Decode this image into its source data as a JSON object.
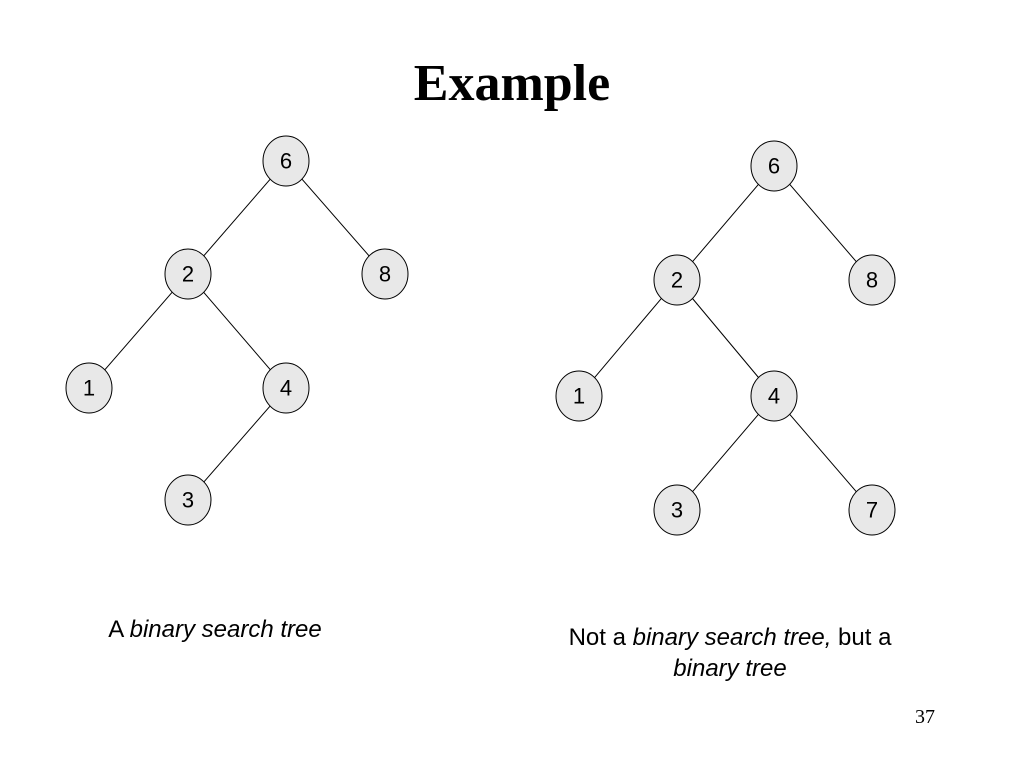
{
  "slide": {
    "title": "Example",
    "page_number": "37"
  },
  "trees": [
    {
      "nodes": [
        {
          "id": "a6",
          "label": "6"
        },
        {
          "id": "a2",
          "label": "2"
        },
        {
          "id": "a8",
          "label": "8"
        },
        {
          "id": "a1",
          "label": "1"
        },
        {
          "id": "a4",
          "label": "4"
        },
        {
          "id": "a3",
          "label": "3"
        }
      ],
      "edges": [
        [
          "a6",
          "a2"
        ],
        [
          "a6",
          "a8"
        ],
        [
          "a2",
          "a1"
        ],
        [
          "a2",
          "a4"
        ],
        [
          "a4",
          "a3"
        ]
      ],
      "caption": {
        "prefix": "A ",
        "italic": "binary search tree",
        "suffix": "",
        "line2_italic": ""
      }
    },
    {
      "nodes": [
        {
          "id": "b6",
          "label": "6"
        },
        {
          "id": "b2",
          "label": "2"
        },
        {
          "id": "b8",
          "label": "8"
        },
        {
          "id": "b1",
          "label": "1"
        },
        {
          "id": "b4",
          "label": "4"
        },
        {
          "id": "b3",
          "label": "3"
        },
        {
          "id": "b7",
          "label": "7"
        }
      ],
      "edges": [
        [
          "b6",
          "b2"
        ],
        [
          "b6",
          "b8"
        ],
        [
          "b2",
          "b1"
        ],
        [
          "b2",
          "b4"
        ],
        [
          "b4",
          "b3"
        ],
        [
          "b4",
          "b7"
        ]
      ],
      "caption": {
        "prefix": "Not a ",
        "italic": "binary search tree,",
        "suffix": " but a",
        "line2_italic": "binary tree"
      }
    }
  ]
}
